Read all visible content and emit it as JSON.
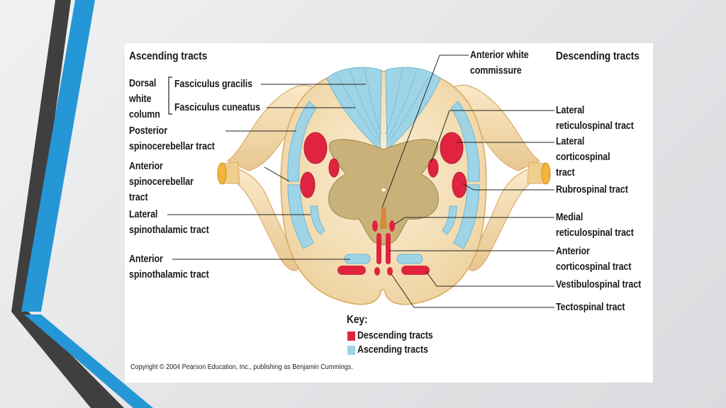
{
  "colors": {
    "descending": "#e0243f",
    "ascending": "#9fd4e6",
    "gray_matter": "#c9b27a",
    "white_matter": "#f3dfb8",
    "accent_blue": "#2596d6",
    "accent_dark": "#3c3c3c"
  },
  "headers": {
    "ascending": "Ascending tracts",
    "descending": "Descending tracts"
  },
  "labels": {
    "dorsal_white_column": [
      "Dorsal",
      "white",
      "column"
    ],
    "fasciculus_gracilis": "Fasciculus gracilis",
    "fasciculus_cuneatus": "Fasciculus cuneatus",
    "posterior_spinocerebellar": [
      "Posterior",
      "spinocerebellar tract"
    ],
    "anterior_spinocerebellar": [
      "Anterior",
      "spinocerebellar",
      "tract"
    ],
    "lateral_spinothalamic": [
      "Lateral",
      "spinothalamic tract"
    ],
    "anterior_spinothalamic": [
      "Anterior",
      "spinothalamic tract"
    ],
    "anterior_white_commissure": [
      "Anterior white",
      "commissure"
    ],
    "lateral_reticulospinal": [
      "Lateral",
      "reticulospinal tract"
    ],
    "lateral_corticospinal": [
      "Lateral",
      "corticospinal",
      "tract"
    ],
    "rubrospinal": "Rubrospinal tract",
    "medial_reticulospinal": [
      "Medial",
      "reticulospinal tract"
    ],
    "anterior_corticospinal": [
      "Anterior",
      "corticospinal tract"
    ],
    "vestibulospinal": "Vestibulospinal tract",
    "tectospinal": "Tectospinal tract"
  },
  "key": {
    "title": "Key:",
    "descending": "Descending tracts",
    "ascending": "Ascending tracts"
  },
  "copyright": "Copyright © 2004 Pearson Education, Inc., publishing as Benjamin Cummings."
}
